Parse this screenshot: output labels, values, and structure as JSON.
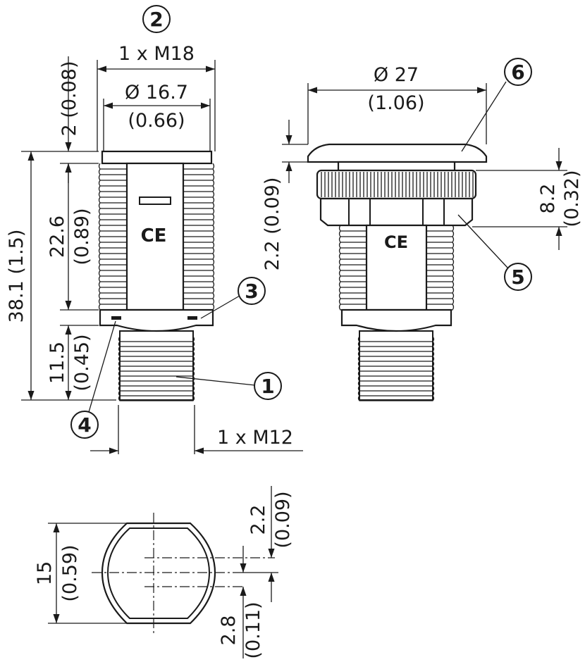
{
  "top_view": {
    "label_2": "2",
    "thread_dim": "1 x M18",
    "diameter_dim": "Ø 16.7",
    "diameter_in": "(0.66)",
    "top_gap_dim": "2 (0.08)",
    "total_length_dim": "38.1 (1.5)",
    "thread_len_mm": "22.6",
    "thread_len_in": "(0.89)",
    "connector_len_mm": "11.5",
    "connector_len_in": "(0.45)",
    "label_3": "3",
    "label_1": "1",
    "label_4": "4",
    "connector_thread_dim": "1 x M12",
    "ce_mark": "CE"
  },
  "side_view": {
    "flange_dim": "Ø 27",
    "flange_dim_in": "(1.06)",
    "label_6": "6",
    "flange_thickness_dim": "2.2 (0.09)",
    "nut_mm": "8.2",
    "nut_in": "(0.32)",
    "label_5": "5",
    "ce_mark": "CE"
  },
  "bottom_view": {
    "width_mm": "15",
    "width_in": "(0.59)",
    "offset1_mm": "2.2",
    "offset1_in": "(0.09)",
    "offset2_mm": "2.8",
    "offset2_in": "(0.11)"
  }
}
